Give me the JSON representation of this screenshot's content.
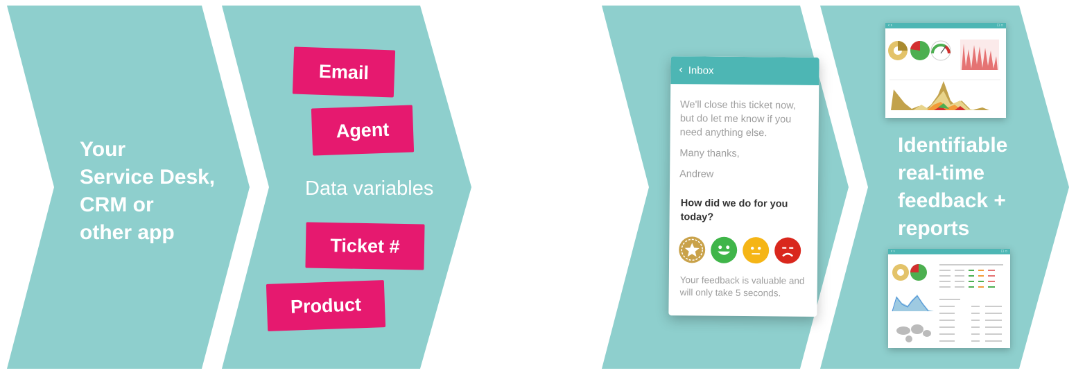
{
  "stage1": {
    "lines": [
      "Your",
      "Service Desk,",
      "CRM or",
      "other app"
    ]
  },
  "stage2": {
    "label": "Data variables",
    "tags": [
      "Email",
      "Agent",
      "Ticket #",
      "Product"
    ]
  },
  "stage3": {
    "inbox_title": "Inbox",
    "message": [
      "We'll close this ticket now, but do let me know if you need anything else.",
      "Many thanks,",
      "Andrew"
    ],
    "question": "How did we do for you today?",
    "note": "Your feedback is valuable and will only take 5 seconds."
  },
  "stage4": {
    "lines": [
      "Identifiable",
      "real-time",
      "feedback +",
      "reports"
    ]
  },
  "colors": {
    "chevron": "#8ecfcd",
    "tag": "#e6196f",
    "header": "#4db6b4",
    "face_star": "#c9a24a",
    "face_happy": "#3fb549",
    "face_neutral": "#f5b516",
    "face_sad": "#d9271d"
  }
}
